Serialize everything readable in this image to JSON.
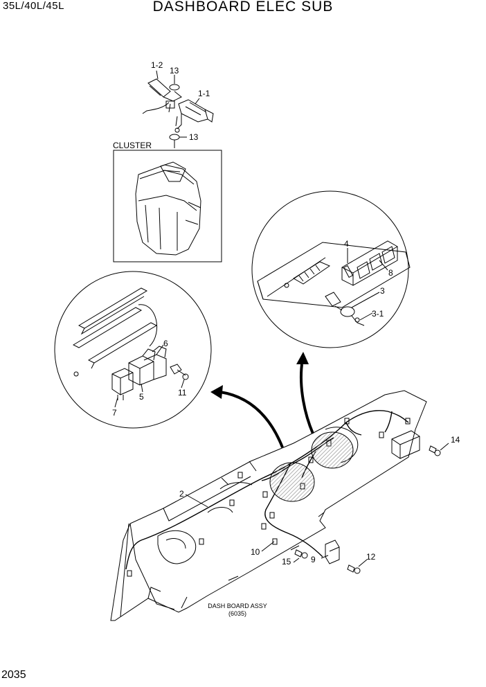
{
  "header": {
    "model": "35L/40L/45L",
    "title": "DASHBOARD ELEC SUB"
  },
  "footer": {
    "page_number": "2035"
  },
  "diagram": {
    "cluster_label": "CLUSTER",
    "assembly_label": "DASH BOARD ASSY",
    "assembly_code": "(6035)",
    "callouts": {
      "c1_2": "1-2",
      "c13_top": "13",
      "c1_1": "1-1",
      "c13_bottom": "13",
      "c4": "4",
      "c8": "8",
      "c3": "3",
      "c3_1": "3-1",
      "c6": "6",
      "c5": "5",
      "c7": "7",
      "c11": "11",
      "c14": "14",
      "c2": "2",
      "c10": "10",
      "c15": "15",
      "c9": "9",
      "c12": "12"
    }
  },
  "colors": {
    "line": "#000000",
    "hatch": "#9a9a9a"
  }
}
